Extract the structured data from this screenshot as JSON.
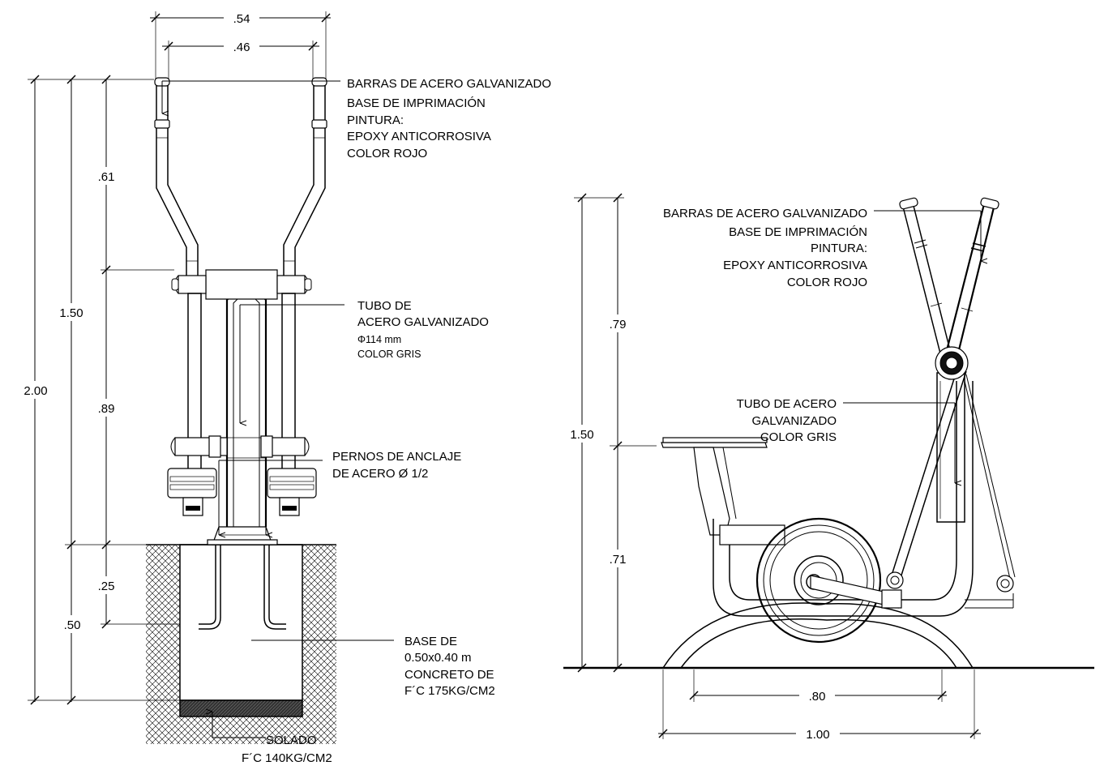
{
  "left_view": {
    "dims": {
      "top_width_outer": ".54",
      "top_width_inner": ".46",
      "handle_height": ".61",
      "upper_total": "1.50",
      "overall_height": "2.00",
      "post_height": ".89",
      "embed_depth": ".25",
      "base_depth": ".50"
    },
    "labels": {
      "bars": [
        "BARRAS DE ACERO GALVANIZADO",
        "BASE DE IMPRIMACIÓN",
        "PINTURA:",
        "EPOXY ANTICORROSIVA",
        "COLOR ROJO"
      ],
      "tube": [
        "TUBO DE",
        "ACERO GALVANIZADO"
      ],
      "tube_spec": [
        "Φ114 mm",
        "COLOR GRIS"
      ],
      "bolts": [
        "PERNOS DE ANCLAJE",
        "DE ACERO Ø 1/2"
      ],
      "base": [
        "BASE DE",
        "0.50x0.40 m",
        "CONCRETO DE",
        "F´C 175KG/CM2"
      ],
      "solado": [
        "SOLADO",
        "F´C 140KG/CM2"
      ]
    }
  },
  "right_view": {
    "dims": {
      "upper": ".79",
      "total": "1.50",
      "lower": ".71",
      "inner_width": ".80",
      "outer_width": "1.00"
    },
    "labels": {
      "bars": [
        "BARRAS DE ACERO GALVANIZADO",
        "BASE DE IMPRIMACIÓN",
        "PINTURA:",
        "EPOXY ANTICORROSIVA",
        "COLOR ROJO"
      ],
      "tube": [
        "TUBO DE ACERO",
        "GALVANIZADO",
        "COLOR GRIS"
      ]
    }
  }
}
